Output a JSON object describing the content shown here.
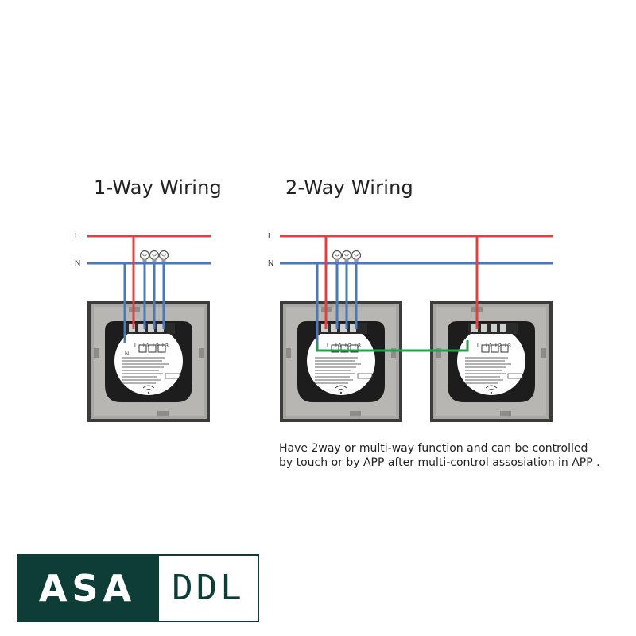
{
  "titles": {
    "one_way": "1-Way Wiring",
    "two_way": "2-Way Wiring"
  },
  "line_labels": {
    "live": "L",
    "neutral": "N"
  },
  "terminal_labels": {
    "l": "L",
    "l1": "L1",
    "l2": "L2",
    "l3": "L3",
    "n": "N"
  },
  "caption": {
    "line1": "Have 2way or multi-way function and can be controlled",
    "line2": "by touch or by APP after multi-control assosiation in APP ."
  },
  "logo": {
    "left_text": "ASA",
    "right_text": "DDL"
  },
  "colors": {
    "live_wire": "#e0403f",
    "neutral_wire": "#4a78b8",
    "traveler_wire": "#2e9a4e",
    "logo_brand": "#0e3d38"
  },
  "icons": {
    "load": "light-bulb-icon",
    "module": "switch-module-icon"
  }
}
